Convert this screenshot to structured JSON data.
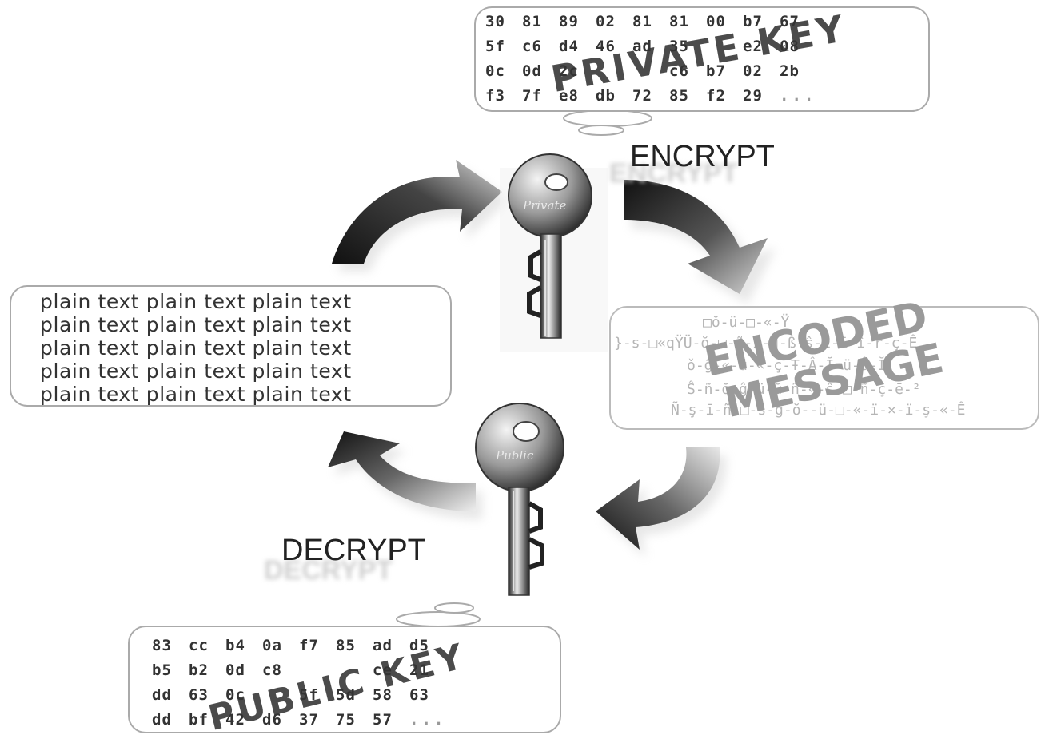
{
  "private_key": {
    "hex_rows": [
      [
        "30",
        "81",
        "89",
        "02",
        "81",
        "81",
        "00",
        "b7",
        "67"
      ],
      [
        "5f",
        "c6",
        "d4",
        "46",
        "ad",
        "35",
        "",
        "e2",
        "08"
      ],
      [
        "0c",
        "0d",
        "2c",
        "",
        "",
        "c6",
        "b7",
        "02",
        "2b"
      ],
      [
        "f3",
        "7f",
        "e8",
        "db",
        "72",
        "85",
        "f2",
        "29",
        "..."
      ]
    ],
    "stamp": "PRIVATE KEY"
  },
  "public_key": {
    "hex_rows": [
      [
        "83",
        "cc",
        "b4",
        "0a",
        "f7",
        "85",
        "ad",
        "d5"
      ],
      [
        "b5",
        "b2",
        "0d",
        "c8",
        "",
        "",
        "ce",
        "21"
      ],
      [
        "dd",
        "63",
        "0c",
        "",
        "5f",
        "5d",
        "58",
        "63"
      ],
      [
        "dd",
        "bf",
        "42",
        "d6",
        "37",
        "75",
        "57",
        "..."
      ]
    ],
    "stamp": "PUBLIC KEY"
  },
  "plain_text": {
    "rows": [
      "plain text plain text plain text",
      "plain text plain text plain text",
      "plain text plain text plain text",
      "plain text plain text plain text",
      "plain text plain text plain text"
    ]
  },
  "encoded_message": {
    "stamp_line1": "ENCODED",
    "stamp_line2": "MESSAGE"
  },
  "labels": {
    "encrypt": "ENCRYPT",
    "decrypt": "DECRYPT"
  },
  "keys": {
    "private_engraving": "Private",
    "public_engraving": "Public"
  }
}
